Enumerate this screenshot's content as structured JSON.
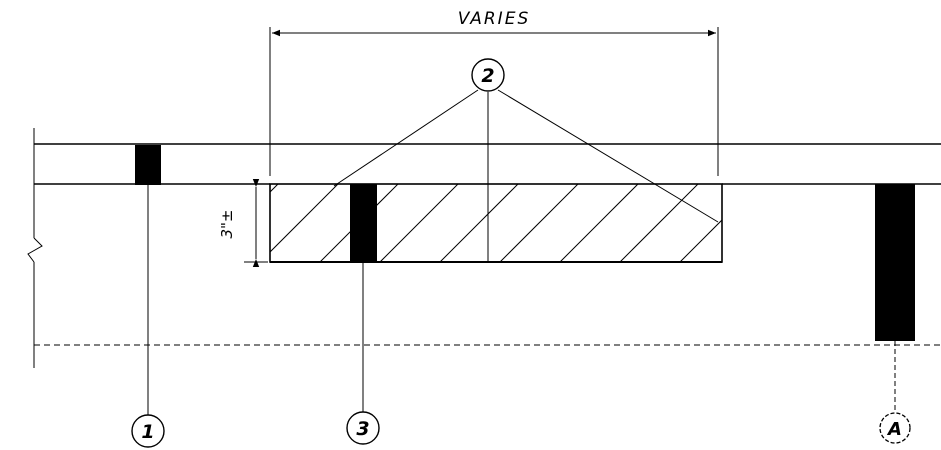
{
  "dimension": {
    "label": "VARIES"
  },
  "depth_note": {
    "label": "3\"±"
  },
  "callouts": [
    {
      "id": "callout-1",
      "label": "1"
    },
    {
      "id": "callout-2",
      "label": "2"
    },
    {
      "id": "callout-3",
      "label": "3"
    },
    {
      "id": "callout-A",
      "label": "A"
    }
  ]
}
